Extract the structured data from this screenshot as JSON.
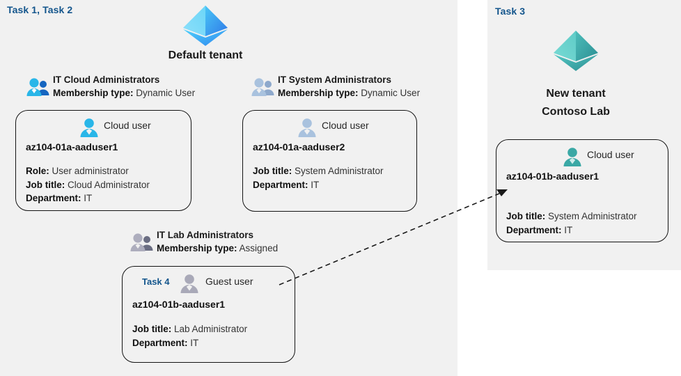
{
  "panels": {
    "left": {
      "task_label": "Task 1, Task 2"
    },
    "right": {
      "task_label": "Task 3"
    }
  },
  "tenants": {
    "default": {
      "name": "Default tenant",
      "logo_icon": "azure-ad-tenant-icon",
      "color": "#32a6f0"
    },
    "new": {
      "name_line1": "New  tenant",
      "name_line2": "Contoso Lab",
      "logo_icon": "azure-ad-tenant-icon",
      "color": "#3fb5b0"
    }
  },
  "groups": [
    {
      "id": "it-cloud-administrators",
      "icon": "group-users-icon",
      "title": "IT Cloud Administrators",
      "membership_label": "Membership type:",
      "membership_value": "Dynamic User"
    },
    {
      "id": "it-system-administrators",
      "icon": "group-users-icon",
      "title": "IT System Administrators",
      "membership_label": "Membership type:",
      "membership_value": "Dynamic User"
    },
    {
      "id": "it-lab-administrators",
      "icon": "group-users-icon",
      "title": "IT Lab Administrators",
      "membership_label": "Membership type:",
      "membership_value": "Assigned"
    }
  ],
  "cards": [
    {
      "id": "az104-01a-aaduser1",
      "user_icon": "cloud-user-icon",
      "user_type": "Cloud user",
      "name": "az104-01a-aaduser1",
      "attrs": [
        {
          "label": "Role:",
          "value": "User administrator"
        },
        {
          "label": "Job title:",
          "value": "Cloud Administrator"
        },
        {
          "label": "Department:",
          "value": "IT"
        }
      ]
    },
    {
      "id": "az104-01a-aaduser2",
      "user_icon": "cloud-user-icon",
      "user_type": "Cloud user",
      "name": "az104-01a-aaduser2",
      "attrs": [
        {
          "label": "Job title:",
          "value": "System Administrator"
        },
        {
          "label": "Department:",
          "value": "IT"
        }
      ]
    },
    {
      "id": "az104-01b-aaduser1-guest",
      "mini_task": "Task 4",
      "user_icon": "guest-user-icon",
      "user_type": "Guest user",
      "name": "az104-01b-aaduser1",
      "attrs": [
        {
          "label": "Job title:",
          "value": "Lab Administrator"
        },
        {
          "label": "Department:",
          "value": "IT"
        }
      ]
    },
    {
      "id": "az104-01b-aaduser1-cloud",
      "user_icon": "cloud-user-icon",
      "user_type": "Cloud user",
      "name": "az104-01b-aaduser1",
      "attrs": [
        {
          "label": "Job title:",
          "value": "System Administrator"
        },
        {
          "label": "Department:",
          "value": "IT"
        }
      ]
    }
  ],
  "connector": {
    "name": "invite-guest-arrow",
    "style": "dashed-arrow"
  }
}
